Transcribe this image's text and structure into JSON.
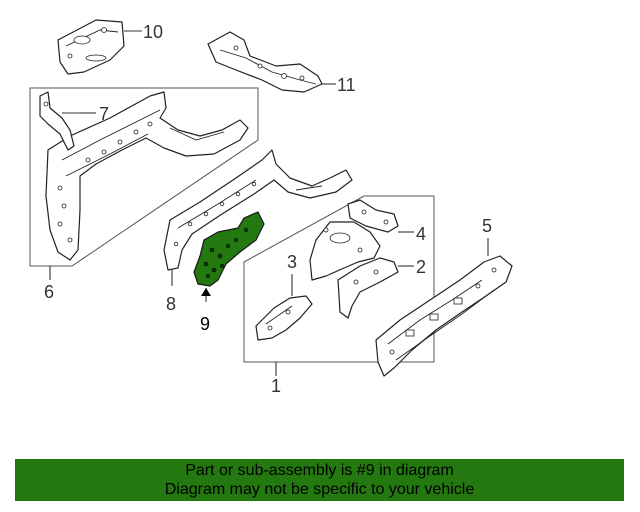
{
  "callouts": {
    "p1": "1",
    "p2": "2",
    "p3": "3",
    "p4": "4",
    "p5": "5",
    "p6": "6",
    "p7": "7",
    "p8": "8",
    "p9": "9",
    "p10": "10",
    "p11": "11"
  },
  "highlighted_part": "9",
  "colors": {
    "highlight": "#23780f",
    "caption_bar": "#23780f"
  },
  "caption": {
    "line1": "Part or sub-assembly is #9 in diagram",
    "line2": "Diagram may not be specific to your vehicle"
  }
}
